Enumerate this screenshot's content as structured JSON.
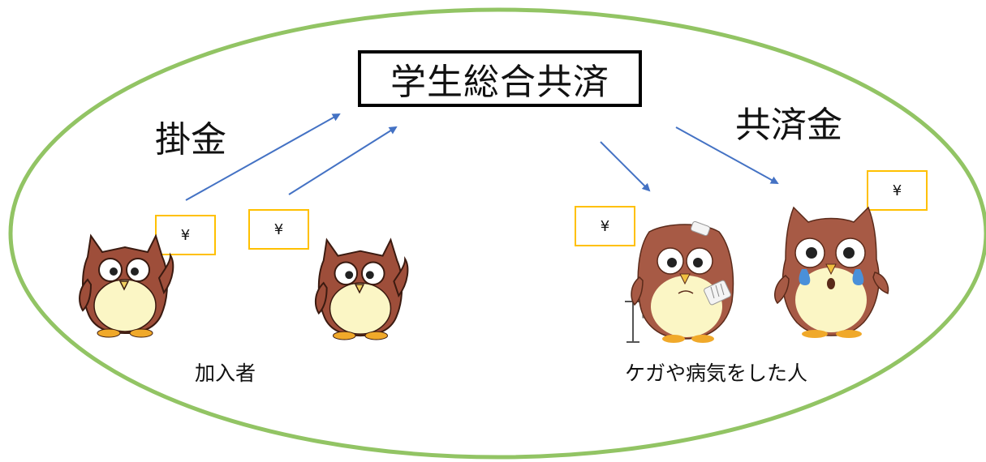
{
  "title": "学生総合共済",
  "premium_label": "掛金",
  "benefit_label": "共済金",
  "members_label": "加入者",
  "claimants_label": "ケガや病気をした人",
  "yen_symbol": "¥",
  "colors": {
    "ellipse": "#92c464",
    "arrow": "#4472c4",
    "yen_border": "#ffc000",
    "title_border": "#000000",
    "owl_body": "#9e4e3a",
    "owl_belly": "#fbf6c5",
    "owl_feet": "#f0a92a"
  }
}
